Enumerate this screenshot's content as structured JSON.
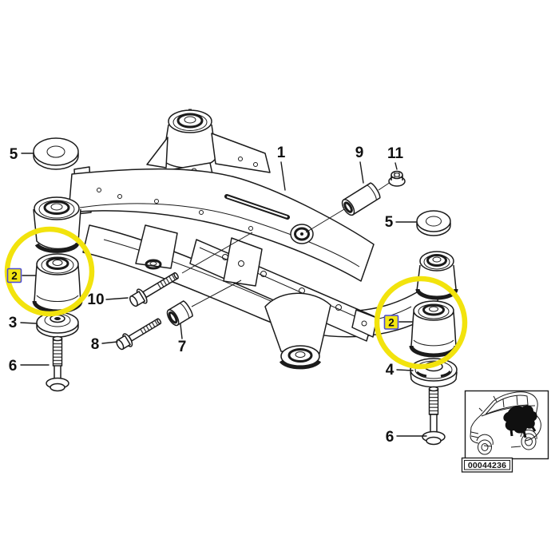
{
  "diagram": {
    "background": "#FFFFFF",
    "line_color": "#1B1B1B",
    "highlight": {
      "circle_color": "#F2E30D",
      "hotspot_fill": "#F5E711",
      "hotspot_border": "#4B4BD4"
    },
    "callouts": [
      {
        "id": "5-left",
        "label": "5",
        "highlighted": false
      },
      {
        "id": "1",
        "label": "1",
        "highlighted": false
      },
      {
        "id": "9",
        "label": "9",
        "highlighted": false
      },
      {
        "id": "11",
        "label": "11",
        "highlighted": false
      },
      {
        "id": "5-right",
        "label": "5",
        "highlighted": false
      },
      {
        "id": "2-left",
        "label": "2",
        "highlighted": true
      },
      {
        "id": "10",
        "label": "10",
        "highlighted": false
      },
      {
        "id": "3",
        "label": "3",
        "highlighted": false
      },
      {
        "id": "8",
        "label": "8",
        "highlighted": false
      },
      {
        "id": "7",
        "label": "7",
        "highlighted": false
      },
      {
        "id": "6-left",
        "label": "6",
        "highlighted": false
      },
      {
        "id": "2-right",
        "label": "2",
        "highlighted": true
      },
      {
        "id": "4",
        "label": "4",
        "highlighted": false
      },
      {
        "id": "6-right",
        "label": "6",
        "highlighted": false
      }
    ],
    "thumbnail": {
      "code": "00044236"
    }
  }
}
